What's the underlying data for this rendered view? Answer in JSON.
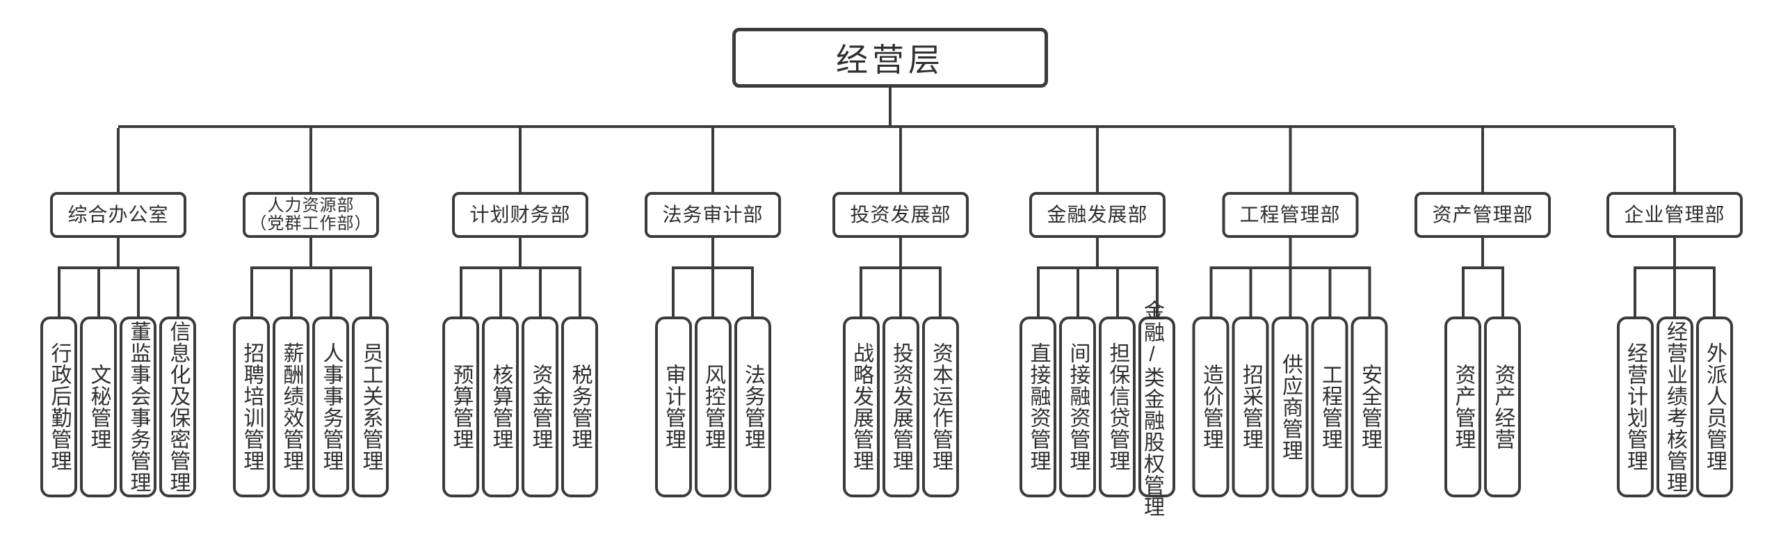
{
  "root": {
    "label": "经营层"
  },
  "departments": [
    {
      "name": "综合办公室",
      "children": [
        "行政后勤管理",
        "文秘管理",
        "董监事会事务管理",
        "信息化及保密管理"
      ]
    },
    {
      "name": "人力资源部",
      "name2": "（党群工作部）",
      "children": [
        "招聘培训管理",
        "薪酬绩效管理",
        "人事事务管理",
        "员工关系管理"
      ]
    },
    {
      "name": "计划财务部",
      "children": [
        "预算管理",
        "核算管理",
        "资金管理",
        "税务管理"
      ]
    },
    {
      "name": "法务审计部",
      "children": [
        "审计管理",
        "风控管理",
        "法务管理"
      ]
    },
    {
      "name": "投资发展部",
      "children": [
        "战略发展管理",
        "投资发展管理",
        "资本运作管理"
      ]
    },
    {
      "name": "金融发展部",
      "children": [
        "直接融资管理",
        "间接融资管理",
        "担保信贷管理",
        "金融/类金融股权管理"
      ]
    },
    {
      "name": "工程管理部",
      "children": [
        "造价管理",
        "招采管理",
        "供应商管理",
        "工程管理",
        "安全管理"
      ]
    },
    {
      "name": "资产管理部",
      "children": [
        "资产管理",
        "资产经营"
      ]
    },
    {
      "name": "企业管理部",
      "children": [
        "经营计划管理",
        "经营业绩考核管理",
        "外派人员管理"
      ]
    }
  ],
  "colors": {
    "line": "#3b3b3d",
    "text": "#2f2f31",
    "background": "#ffffff"
  }
}
